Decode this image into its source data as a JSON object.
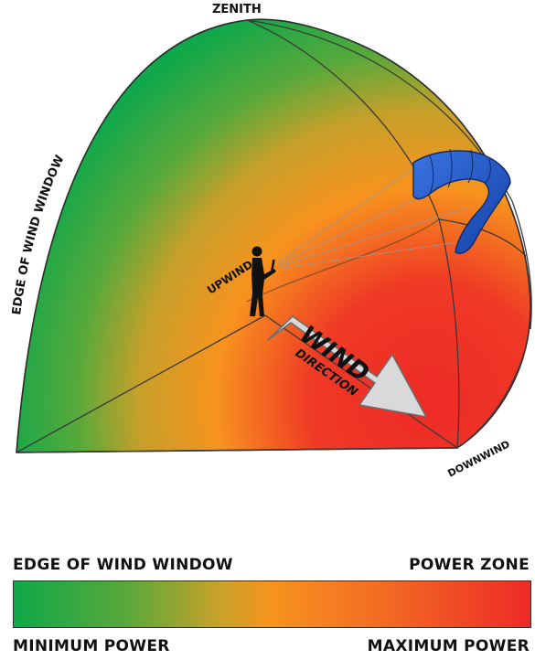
{
  "diagram": {
    "labels": {
      "zenith": "ZENITH",
      "edge_of_wind_window": "EDGE OF WIND WINDOW",
      "upwind": "UPWIND",
      "downwind": "DOWNWIND",
      "wind": "WIND",
      "direction": "DIRECTION"
    },
    "colors": {
      "minimum_power": "#0fa84a",
      "medium_power": "#f7931e",
      "maximum_power": "#ee2a26",
      "kite": "#1f56c9",
      "arrow": "#d9d9d9"
    }
  },
  "legend": {
    "top_left": "EDGE OF WIND WINDOW",
    "top_right": "POWER ZONE",
    "bottom_left": "MINIMUM POWER",
    "bottom_right": "MAXIMUM POWER"
  }
}
